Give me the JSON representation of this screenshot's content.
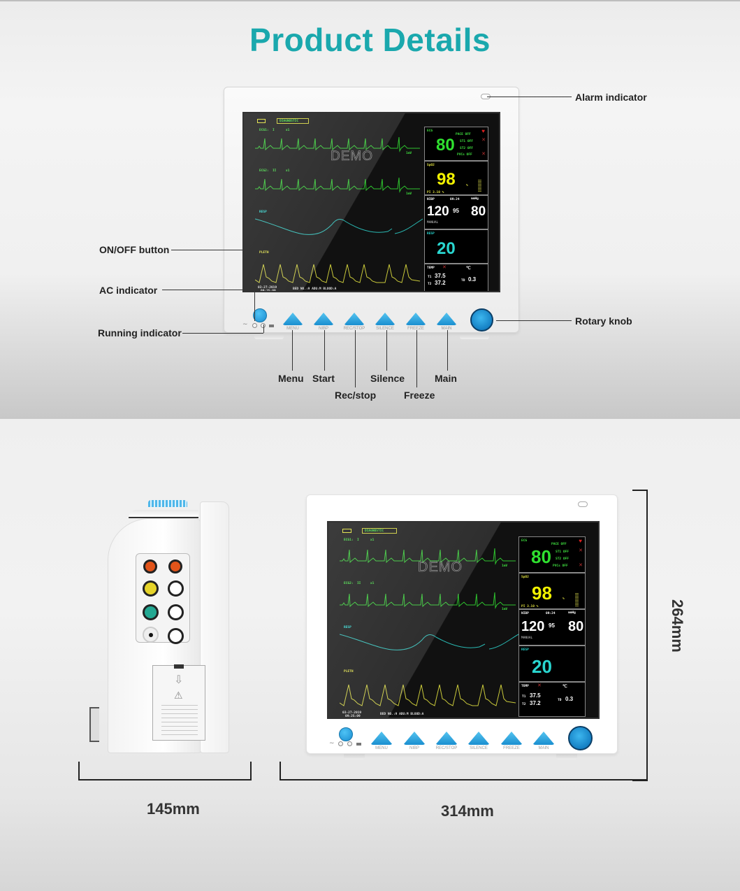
{
  "page": {
    "title": "Product Details",
    "accent_color": "#1aa8ad"
  },
  "front_view": {
    "callouts": {
      "alarm_indicator": "Alarm indicator",
      "on_off_button": "ON/OFF button",
      "ac_indicator": "AC indicator",
      "running_indicator": "Running indicator",
      "rotary_knob": "Rotary knob"
    },
    "button_callouts": {
      "menu": "Menu",
      "start": "Start",
      "rec_stop": "Rec/stop",
      "silence": "Silence",
      "freeze": "Freeze",
      "main": "Main"
    },
    "panel_buttons": [
      "MENU",
      "NIBP",
      "REC/STOP",
      "SILENCE",
      "FREEZE",
      "MAIN"
    ]
  },
  "screen": {
    "header_tag": "DIAGNOSTIC",
    "watermark": "DEMO",
    "waves": {
      "ecg1": "ECG1:  I      x1",
      "ecg2": "ECG2:  II     x1",
      "resp": "RESP",
      "pleth": "PLETH",
      "mv1": "1mV",
      "mv2": "1mV"
    },
    "footer": {
      "date": "03-27-2019",
      "time": "09:25:09",
      "info": "BED NO.:9  ADU:M  BLOOD:A"
    },
    "ecg": {
      "label": "ECG",
      "hr": "80",
      "pace": "PACE  OFF",
      "st1": "ST1  OFF",
      "st2": "ST2  OFF",
      "pvcs": "PVCs  OFF"
    },
    "spo2": {
      "label": "SpO2",
      "value": "98",
      "unit": "%",
      "pi": "PI 3.10 %"
    },
    "nibp": {
      "label": "NIBP",
      "time": "09:24",
      "unit": "mmHg",
      "sys": "120",
      "dia": "95",
      "map": "80",
      "mode": "MANUAL"
    },
    "resp": {
      "label": "RESP",
      "value": "20"
    },
    "temp": {
      "label": "TEMP",
      "unit": "℃",
      "t1_label": "T1",
      "t1": "37.5",
      "t2_label": "T2",
      "t2": "37.2",
      "td_label": "TD",
      "td": "0.3"
    }
  },
  "dimensions": {
    "depth": "145mm",
    "width": "314mm",
    "height": "264mm"
  },
  "colors": {
    "ecg_green": "#2fe02f",
    "spo2_yellow": "#f2f200",
    "resp_cyan": "#29d6d0",
    "nibp_white": "#ffffff",
    "button_blue": "#2aa4e4",
    "alarm_red": "#e02020"
  }
}
